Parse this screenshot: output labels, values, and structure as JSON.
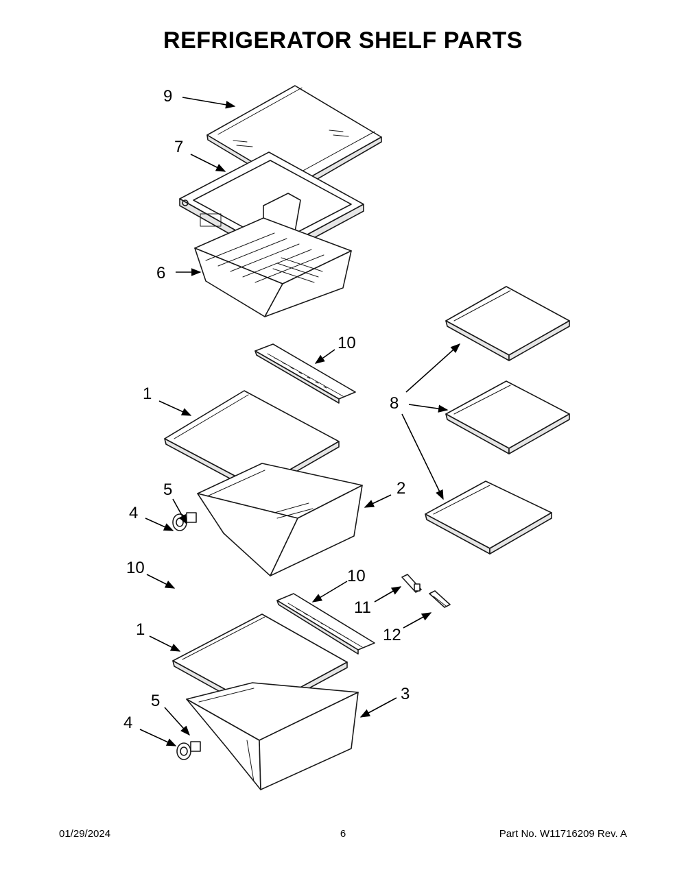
{
  "title": "REFRIGERATOR SHELF PARTS",
  "callouts": [
    {
      "id": "c9",
      "label": "9"
    },
    {
      "id": "c7",
      "label": "7"
    },
    {
      "id": "c6",
      "label": "6"
    },
    {
      "id": "c10a",
      "label": "10"
    },
    {
      "id": "c1a",
      "label": "1"
    },
    {
      "id": "c8",
      "label": "8"
    },
    {
      "id": "c5a",
      "label": "5"
    },
    {
      "id": "c2",
      "label": "2"
    },
    {
      "id": "c4a",
      "label": "4"
    },
    {
      "id": "c10b",
      "label": "10"
    },
    {
      "id": "c10c",
      "label": "10"
    },
    {
      "id": "c11",
      "label": "11"
    },
    {
      "id": "c1b",
      "label": "1"
    },
    {
      "id": "c12",
      "label": "12"
    },
    {
      "id": "c5b",
      "label": "5"
    },
    {
      "id": "c3",
      "label": "3"
    },
    {
      "id": "c4b",
      "label": "4"
    }
  ],
  "footer": {
    "date": "01/29/2024",
    "page": "6",
    "part_number": "Part No.  W11716209  Rev.  A"
  }
}
